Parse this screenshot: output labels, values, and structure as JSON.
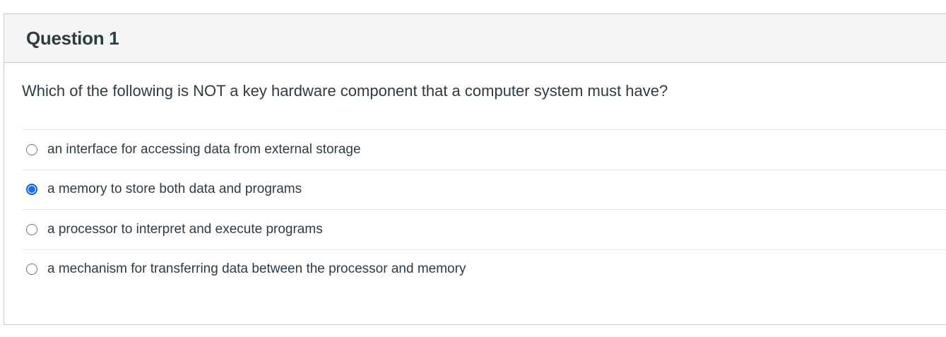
{
  "question": {
    "title": "Question 1",
    "text": "Which of the following is NOT a key hardware component that a computer system must have?",
    "answers": [
      {
        "label": "an interface for accessing data from external storage",
        "selected": false
      },
      {
        "label": "a memory to store both data and programs",
        "selected": true
      },
      {
        "label": "a processor to interpret and execute programs",
        "selected": false
      },
      {
        "label": "a mechanism for transferring data between the processor and memory",
        "selected": false
      }
    ]
  },
  "colors": {
    "header_bg": "#f5f5f5",
    "text": "#2d3b45",
    "border": "#c7cdd1",
    "radio_selected": "#1a6ff2"
  }
}
